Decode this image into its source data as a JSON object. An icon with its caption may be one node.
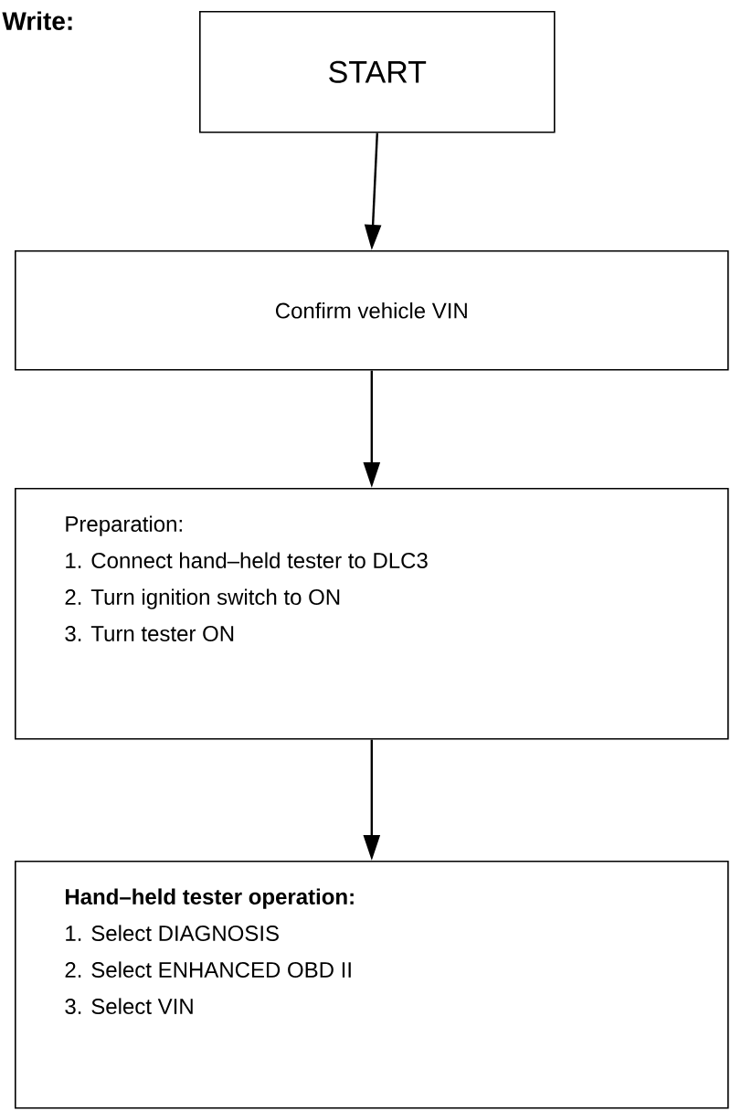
{
  "diagram": {
    "nodes": [
      {
        "text": [
          "START"
        ]
      },
      {
        "text": [
          "Confirm vehicle VIN"
        ]
      },
      {
        "text": [
          "Preparation:",
          "1. Connect hand–held tester to DLC3",
          "2. Turn ignition switch to ON",
          "3. Turn tester ON"
        ]
      },
      {
        "text": [
          "Hand–held tester operation:",
          "1. Select DIAGNOSIS",
          "2. Select ENHANCED OBD II",
          "3. Select VIN"
        ]
      }
    ],
    "edges": [
      {
        "from": 0,
        "to": 1,
        "arrow": "to"
      },
      {
        "from": 1,
        "to": 2,
        "arrow": "to"
      },
      {
        "from": 2,
        "to": 3,
        "arrow": "to"
      }
    ],
    "labels": [
      "Write:"
    ]
  }
}
